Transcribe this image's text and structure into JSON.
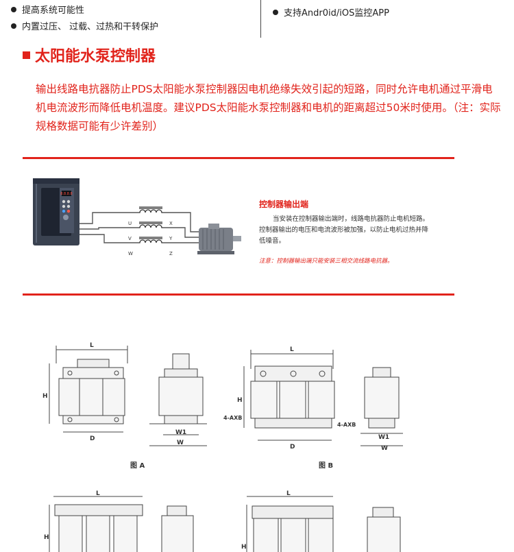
{
  "features": {
    "left": [
      "提高系统可能性",
      "内置过压、 过载、过热和干转保护"
    ],
    "right": [
      "支持Andr0id/iOS监控APP"
    ]
  },
  "section": {
    "title": "太阳能水泵控制器",
    "description": "输出线路电抗器防止PDS太阳能水泵控制器因电机绝缘失效引起的短路，同时允许电机通过平滑电机电流波形而降低电机温度。建议PDS太阳能水泵控制器和电机的距离超过50米时使用。（注：实际规格数据可能有少许差别）"
  },
  "diagram": {
    "heading": "控制器输出端",
    "text_lines": [
      "当安装在控制器输出端时，线路电抗器防止电机短路。",
      "控制器输出的电压和电流波形被加强，以防止电机过热并降",
      "低噪音。"
    ],
    "note": "注意：控制器输出端只能安装三相交流线路电抗器。",
    "inputs": [
      "U",
      "V",
      "W"
    ],
    "outputs": [
      "X",
      "Y",
      "Z"
    ],
    "display": "8.8.8.8"
  },
  "drawings": {
    "fig_a": "图 A",
    "fig_b": "图 B",
    "dims": {
      "L": "L",
      "H": "H",
      "D": "D",
      "W1": "W1",
      "W": "W",
      "hole": "4-AXB"
    }
  },
  "colors": {
    "accent": "#e1231b"
  }
}
